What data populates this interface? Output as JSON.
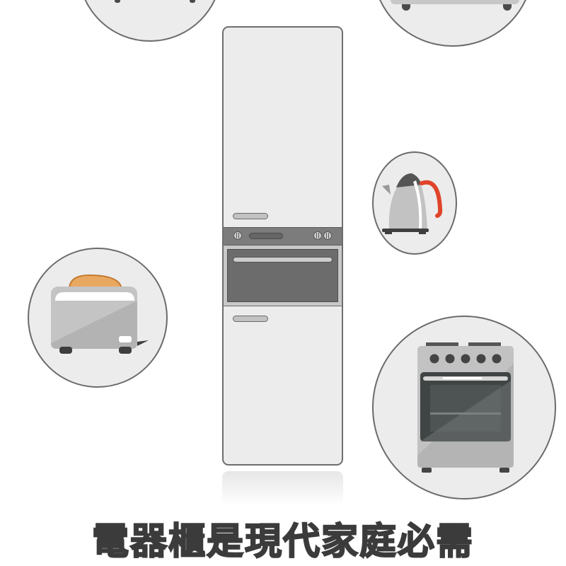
{
  "illustration": {
    "central_appliance": {
      "name": "built-in appliance cabinet",
      "components": [
        "upper-door",
        "upper-handle",
        "control-strip",
        "oven",
        "lower-door",
        "lower-handle"
      ],
      "knobs_left": 1,
      "knobs_right": 2
    },
    "surrounding_icons": [
      {
        "id": "top-left",
        "label": "appliance (cropped)"
      },
      {
        "id": "top-right",
        "label": "appliance (cropped)"
      },
      {
        "id": "kettle",
        "label": "electric kettle"
      },
      {
        "id": "toaster",
        "label": "toaster"
      },
      {
        "id": "stove",
        "label": "gas stove with oven",
        "burner_knobs": 5
      }
    ]
  },
  "caption": {
    "text": "電器櫃是現代家庭必需"
  },
  "colors": {
    "background": "#ffffff",
    "circle_fill": "#ececec",
    "circle_border": "#6b6b6b",
    "cabinet_fill": "#ececec",
    "control_strip": "#7c7c7c",
    "oven_window": "#6c6c6c",
    "kettle_handle": "#e0442a",
    "toast": "#e9a860",
    "title": "#3b3b3b"
  }
}
